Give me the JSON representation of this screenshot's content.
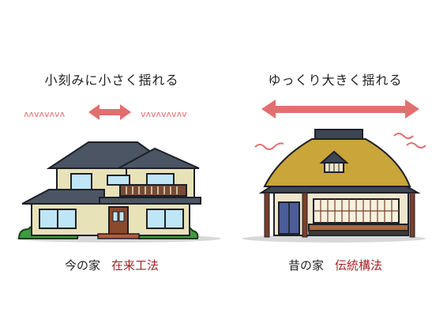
{
  "left": {
    "heading": "小刻みに小さく揺れる",
    "caption_house": "今の家",
    "caption_method": "在来工法",
    "wave_text": "^v^v^v^",
    "wave_text_right": "v^v^v^v^"
  },
  "right": {
    "heading": "ゆっくり大きく揺れる",
    "caption_house": "昔の家",
    "caption_method": "伝統構法"
  },
  "colors": {
    "arrow": "#e36e6e",
    "method_text": "#a5222a",
    "roof_modern": "#4b5564",
    "wall_modern": "#e8e2b9",
    "thatch": "#c9a53a",
    "hedge": "#3f9b3f"
  }
}
